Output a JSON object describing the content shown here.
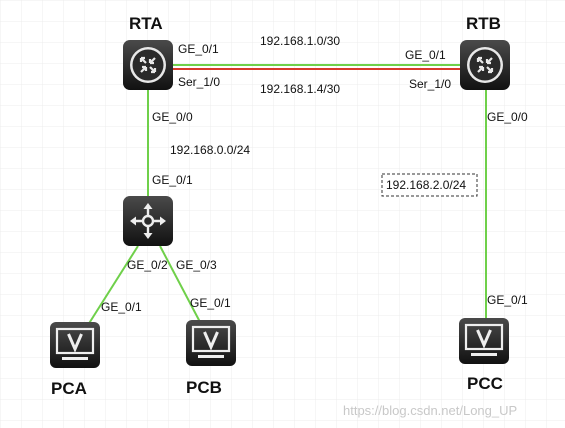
{
  "devices": {
    "rta": {
      "name": "RTA",
      "icon": "router-icon"
    },
    "rtb": {
      "name": "RTB",
      "icon": "router-icon"
    },
    "switch": {
      "icon": "switch-icon"
    },
    "pca": {
      "name": "PCA",
      "icon": "monitor-icon"
    },
    "pcb": {
      "name": "PCB",
      "icon": "monitor-icon"
    },
    "pcc": {
      "name": "PCC",
      "icon": "monitor-icon"
    }
  },
  "interfaces": {
    "rta_ge01": "GE_0/1",
    "rta_ser10": "Ser_1/0",
    "rta_ge00": "GE_0/0",
    "rtb_ge01": "GE_0/1",
    "rtb_ser10": "Ser_1/0",
    "rtb_ge00": "GE_0/0",
    "sw_ge01": "GE_0/1",
    "sw_ge02": "GE_0/2",
    "sw_ge03": "GE_0/3",
    "pca_ge01": "GE_0/1",
    "pcb_ge01": "GE_0/1",
    "pcc_ge01": "GE_0/1"
  },
  "networks": {
    "link_ge": "192.168.1.0/30",
    "link_serial": "192.168.1.4/30",
    "lan_a": "192.168.0.0/24",
    "lan_b": "192.168.2.0/24"
  },
  "watermark": "https://blog.csdn.net/Long_UP",
  "colors": {
    "ethernet_link": "#6fd04a",
    "serial_link": "#d83a2a",
    "device_dark": "#1f1f1f",
    "grid": "#ececec"
  }
}
